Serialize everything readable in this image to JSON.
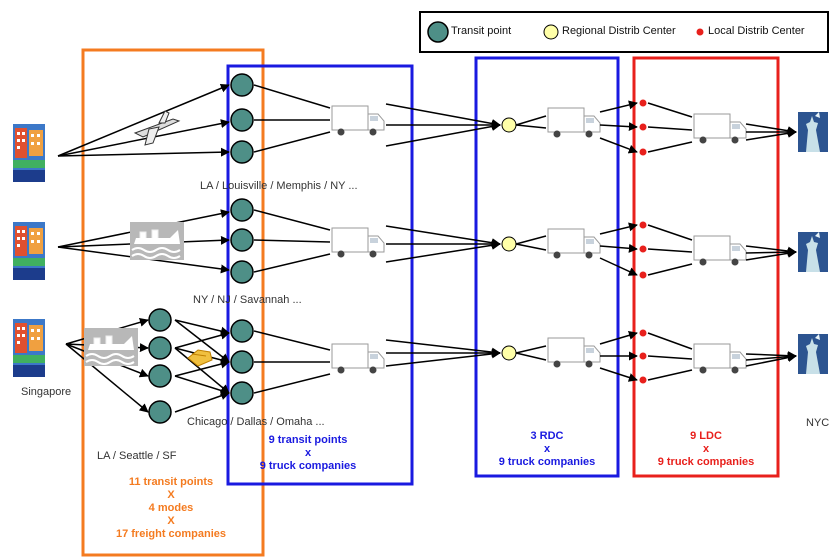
{
  "colors": {
    "orange": "#f47b20",
    "blue": "#1a1ae0",
    "red": "#e8201c",
    "transit": "#4e8f87",
    "rdc": "#ffffa8",
    "ldc": "#e8201c"
  },
  "legend": {
    "transit": "Transit point",
    "rdc": "Regional Distrib Center",
    "ldc": "Local Distrib Center"
  },
  "labels": {
    "origin": "Singapore",
    "destination": "NYC",
    "transit_group_1": "LA / Louisville / Memphis / NY ...",
    "transit_group_2": "NY / NJ / Savannah ...",
    "transit_group_3": "Chicago / Dallas / Omaha ...",
    "port_group": "LA / Seattle / SF"
  },
  "stage_orange": {
    "line1": "11 transit points",
    "line2": "X",
    "line3": "4 modes",
    "line4": "X",
    "line5": "17 freight companies"
  },
  "stage_blue1": {
    "line1": "9 transit points",
    "line2": "x",
    "line3": "9 truck companies"
  },
  "stage_blue2": {
    "line1": "3 RDC",
    "line2": "x",
    "line3": "9 truck companies"
  },
  "stage_red": {
    "line1": "9 LDC",
    "line2": "x",
    "line3": "9 truck companies"
  },
  "icons": [
    "building-icon",
    "airplane-icon",
    "ship-icon",
    "train-icon",
    "truck-icon",
    "statue-of-liberty-icon"
  ]
}
